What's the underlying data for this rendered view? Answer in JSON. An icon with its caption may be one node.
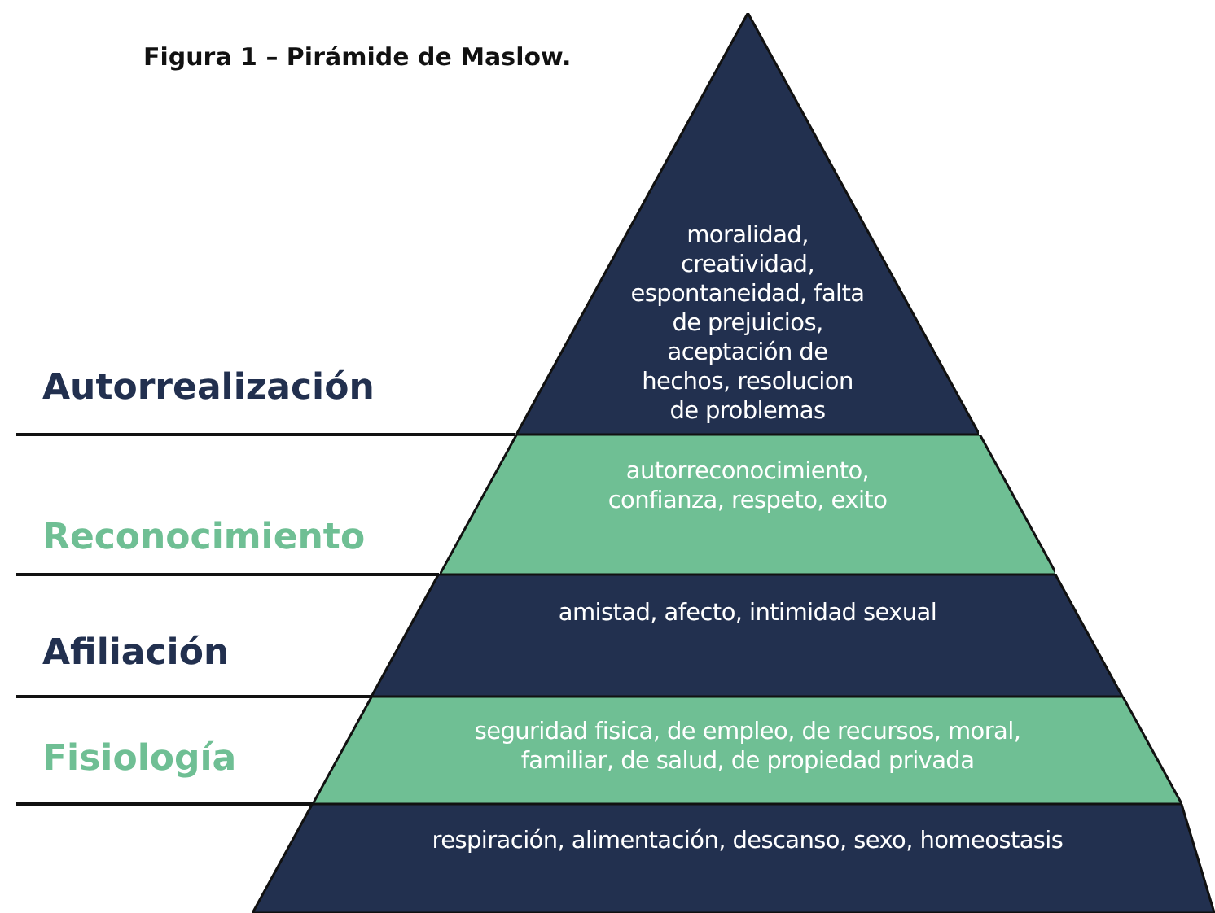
{
  "diagram": {
    "title": "Figura 1 – Pirámide de Maslow.",
    "nodes": [
      {
        "text": [
          "moralidad, creatividad, espontaneidad, falta de prejuicios, aceptación de hechos, resolucion de problemas"
        ]
      },
      {
        "text": [
          "autorreconocimiento, confianza, respeto, exito"
        ]
      },
      {
        "text": [
          "amistad, afecto, intimidad sexual"
        ]
      },
      {
        "text": [
          "seguridad fisica, de empleo, de recursos, moral, familiar, de salud, de propiedad privada"
        ]
      },
      {
        "text": [
          "respiración, alimentación, descanso, sexo, homeostasis"
        ]
      }
    ],
    "labels": [
      "Autorrealización",
      "Reconocimiento",
      "Afiliación",
      "Fisiología"
    ]
  }
}
